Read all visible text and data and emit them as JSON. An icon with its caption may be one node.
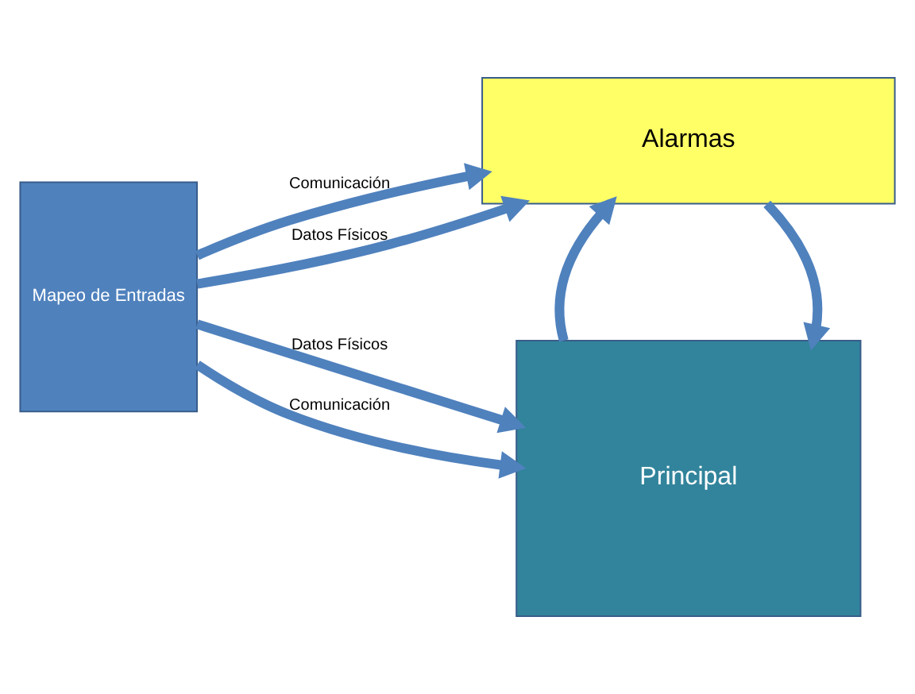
{
  "diagram": {
    "nodes": [
      {
        "text": [
          "Mapeo de Entradas"
        ]
      },
      {
        "text": [
          "Principal"
        ]
      },
      {
        "text": [
          "Alarmas"
        ]
      }
    ],
    "edges": [
      {
        "from": 0,
        "to": 1,
        "arrow": "to",
        "label": "Datos Físicos"
      },
      {
        "from": 0,
        "to": 1,
        "arrow": "to",
        "label": "Comunicación"
      },
      {
        "from": 0,
        "to": 2,
        "arrow": "to",
        "label": "Comunicación"
      },
      {
        "from": 0,
        "to": 2,
        "arrow": "to",
        "label": "Datos Físicos"
      },
      {
        "from": 2,
        "to": 1,
        "arrow": "to"
      },
      {
        "from": 1,
        "to": 2,
        "arrow": "to"
      }
    ]
  }
}
